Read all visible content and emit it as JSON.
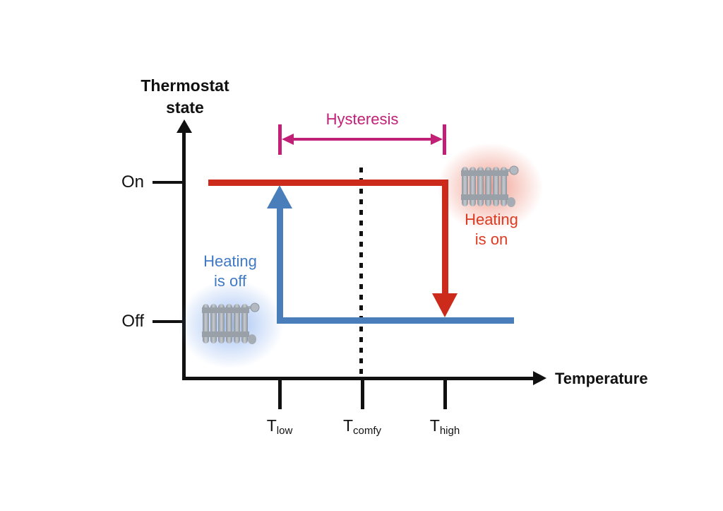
{
  "diagram": {
    "title_line1": "Thermostat",
    "title_line2": "state",
    "y_axis": {
      "on_label": "On",
      "off_label": "Off"
    },
    "x_axis": {
      "label": "Temperature",
      "ticks": [
        {
          "base": "T",
          "sub": "low"
        },
        {
          "base": "T",
          "sub": "comfy"
        },
        {
          "base": "T",
          "sub": "high"
        }
      ]
    },
    "hysteresis": {
      "label": "Hysteresis",
      "color": "#c02076",
      "spans_from": "T low",
      "spans_to": "T high"
    },
    "branches": {
      "on_branch": {
        "state": "On",
        "color": "#cc2a1a",
        "drops_at": "T high"
      },
      "off_branch": {
        "state": "Off",
        "color": "#4a7ebb",
        "rises_at": "T low"
      }
    },
    "comfy_guide": {
      "style": "dashed",
      "at": "T comfy",
      "color": "#111111"
    },
    "annotations": {
      "heating_off": {
        "line1": "Heating",
        "line2": "is off",
        "color": "#4079c5",
        "icon": "radiator-icon"
      },
      "heating_on": {
        "line1": "Heating",
        "line2": "is on",
        "color": "#dd3a22",
        "icon": "radiator-icon"
      }
    },
    "axis_color": "#111111"
  }
}
